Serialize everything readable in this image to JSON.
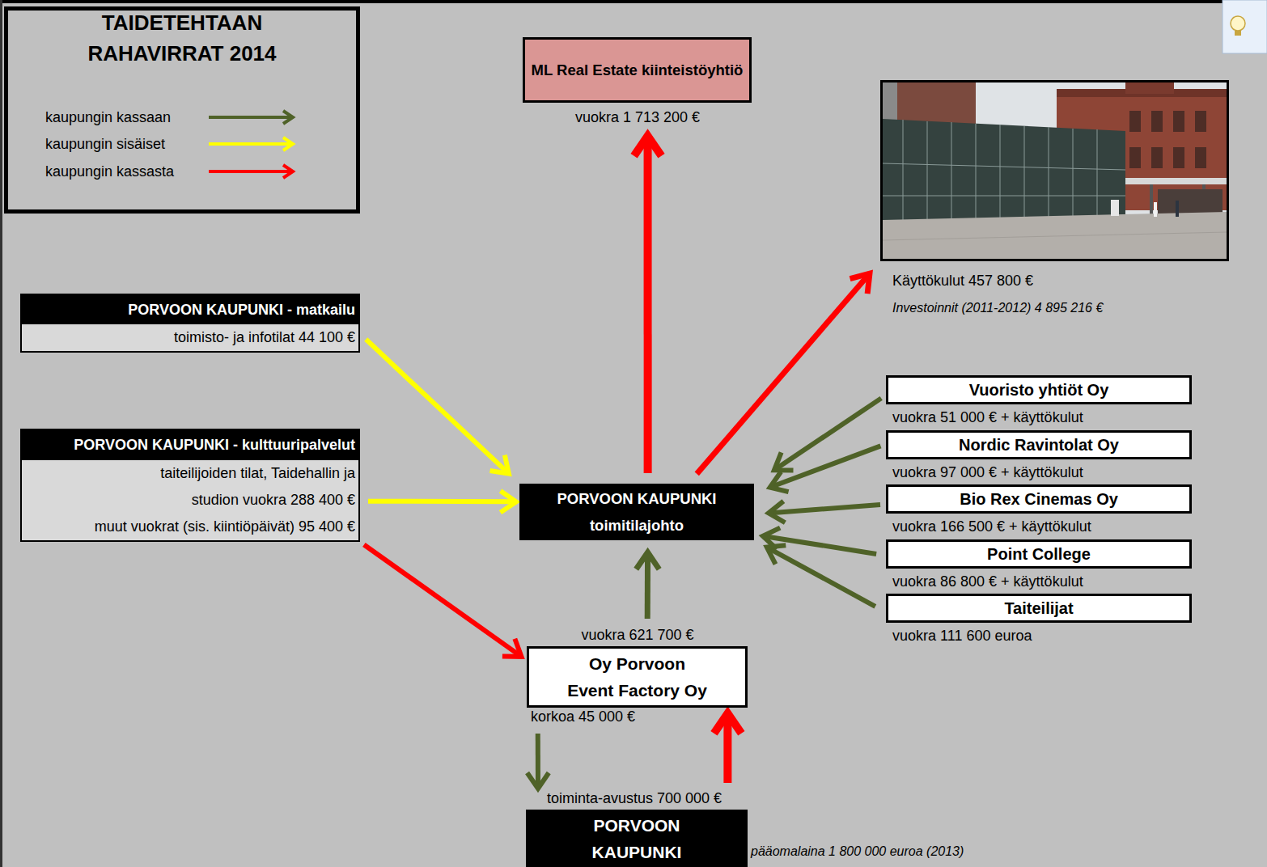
{
  "diagram": {
    "title": "TAIDETEHTAAN RAHAVIRRAT 2014",
    "nodes": [
      {
        "text": [
          "ML Real Estate kiinteistöyhtiö"
        ]
      },
      {
        "text": [
          "Käyttökulut 457 800 €",
          "Investoinnit (2011-2012) 4 895 216 €"
        ]
      },
      {
        "text": [
          "PORVOON KAUPUNKI - matkailu",
          "toimisto- ja infotilat 44 100 €"
        ]
      },
      {
        "text": [
          "Vuoristo yhtiöt Oy",
          "vuokra 51 000 € + käyttökulut"
        ]
      },
      {
        "text": [
          "Nordic Ravintolat Oy",
          "vuokra 97 000 € + käyttökulut"
        ]
      },
      {
        "text": [
          "PORVOON KAUPUNKI - kulttuuripalvelut",
          "taiteilijoiden tilat, Taidehallin ja studion vuokra 288 400 €",
          "muut vuokrat (sis. kiintiöpäivät) 95 400 €"
        ]
      },
      {
        "text": [
          "PORVOON KAUPUNKI toimitilajohto"
        ]
      },
      {
        "text": [
          "Bio Rex Cinemas Oy",
          "vuokra 166 500 € + käyttökulut"
        ]
      },
      {
        "text": [
          "Point College",
          "vuokra 86 800 € + käyttökulut"
        ]
      },
      {
        "text": [
          "Taiteilijat",
          "vuokra 111 600 euroa"
        ]
      },
      {
        "text": [
          "Oy Porvoon Event Factory Oy"
        ]
      },
      {
        "text": [
          "PORVOON KAUPUNKI"
        ]
      }
    ],
    "edges": [
      {
        "from": 6,
        "to": 0,
        "arrow": "to",
        "label": "vuokra 1 713 200 €"
      },
      {
        "from": 6,
        "to": 1,
        "arrow": "to"
      },
      {
        "from": 2,
        "to": 6,
        "arrow": "to"
      },
      {
        "from": 5,
        "to": 6,
        "arrow": "to"
      },
      {
        "from": 5,
        "to": 10,
        "arrow": "to"
      },
      {
        "from": 3,
        "to": 6,
        "arrow": "to"
      },
      {
        "from": 4,
        "to": 6,
        "arrow": "to"
      },
      {
        "from": 7,
        "to": 6,
        "arrow": "to"
      },
      {
        "from": 8,
        "to": 6,
        "arrow": "to"
      },
      {
        "from": 9,
        "to": 6,
        "arrow": "to"
      },
      {
        "from": 10,
        "to": 6,
        "arrow": "to",
        "label": "vuokra 621 700 €"
      },
      {
        "from": 10,
        "to": 11,
        "arrow": "to",
        "label": "korkoa 45 000 €"
      },
      {
        "from": 11,
        "to": 10,
        "arrow": "to",
        "label": "toiminta-avustus 700 000 €"
      }
    ],
    "labels": [
      "pääomalaina 1 800 000 euroa (2013)"
    ],
    "legend": [
      {
        "text": "kaupungin kassaan",
        "color": "#4f6228"
      },
      {
        "text": "kaupungin sisäiset",
        "color": "#ffff00"
      },
      {
        "text": "kaupungin kassasta",
        "color": "#ff0000"
      }
    ]
  }
}
